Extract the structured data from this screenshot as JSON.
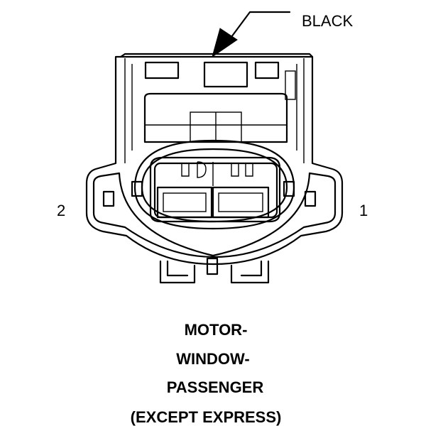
{
  "connector": {
    "color_label": "BLACK",
    "pin_left": "2",
    "pin_right": "1"
  },
  "caption": {
    "line1": "MOTOR-",
    "line2": "WINDOW-",
    "line3": "PASSENGER",
    "line4": "(EXCEPT EXPRESS)"
  },
  "colors": {
    "line": "#000000",
    "background": "#ffffff"
  }
}
